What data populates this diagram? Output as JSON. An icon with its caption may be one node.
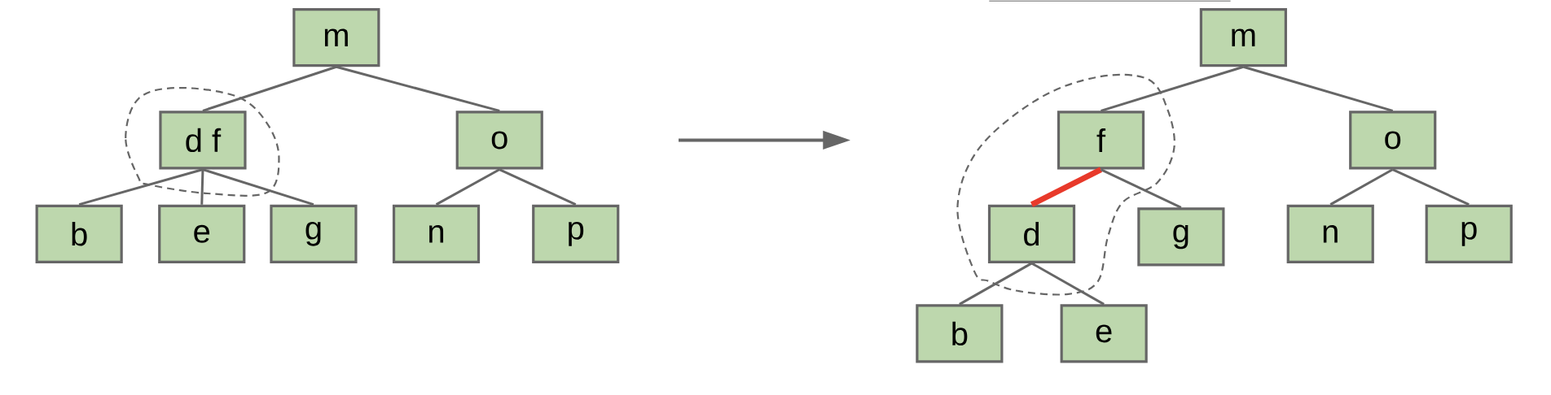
{
  "diagram": {
    "nodes": [
      {
        "text": [
          "m"
        ]
      },
      {
        "text": [
          "d f"
        ]
      },
      {
        "text": [
          "o"
        ]
      },
      {
        "text": [
          "b"
        ]
      },
      {
        "text": [
          "e"
        ]
      },
      {
        "text": [
          "g"
        ]
      },
      {
        "text": [
          "n"
        ]
      },
      {
        "text": [
          "p"
        ]
      },
      {
        "text": [
          "m"
        ]
      },
      {
        "text": [
          "f"
        ]
      },
      {
        "text": [
          "o"
        ]
      },
      {
        "text": [
          "d"
        ]
      },
      {
        "text": [
          "g"
        ]
      },
      {
        "text": [
          "n"
        ]
      },
      {
        "text": [
          "p"
        ]
      },
      {
        "text": [
          "b"
        ]
      },
      {
        "text": [
          "e"
        ]
      }
    ],
    "edges": [
      {
        "from": 0,
        "to": 1,
        "arrow": "none"
      },
      {
        "from": 0,
        "to": 2,
        "arrow": "none"
      },
      {
        "from": 1,
        "to": 3,
        "arrow": "none"
      },
      {
        "from": 1,
        "to": 4,
        "arrow": "none"
      },
      {
        "from": 1,
        "to": 5,
        "arrow": "none"
      },
      {
        "from": 2,
        "to": 6,
        "arrow": "none"
      },
      {
        "from": 2,
        "to": 7,
        "arrow": "none"
      },
      {
        "from": 8,
        "to": 9,
        "arrow": "none"
      },
      {
        "from": 8,
        "to": 10,
        "arrow": "none"
      },
      {
        "from": 9,
        "to": 11,
        "arrow": "none",
        "style": "thick",
        "color": "#e8392a"
      },
      {
        "from": 9,
        "to": 12,
        "arrow": "none"
      },
      {
        "from": 11,
        "to": 15,
        "arrow": "none"
      },
      {
        "from": 11,
        "to": 16,
        "arrow": "none"
      },
      {
        "from": 10,
        "to": 13,
        "arrow": "none"
      },
      {
        "from": 10,
        "to": 14,
        "arrow": "none"
      }
    ]
  }
}
